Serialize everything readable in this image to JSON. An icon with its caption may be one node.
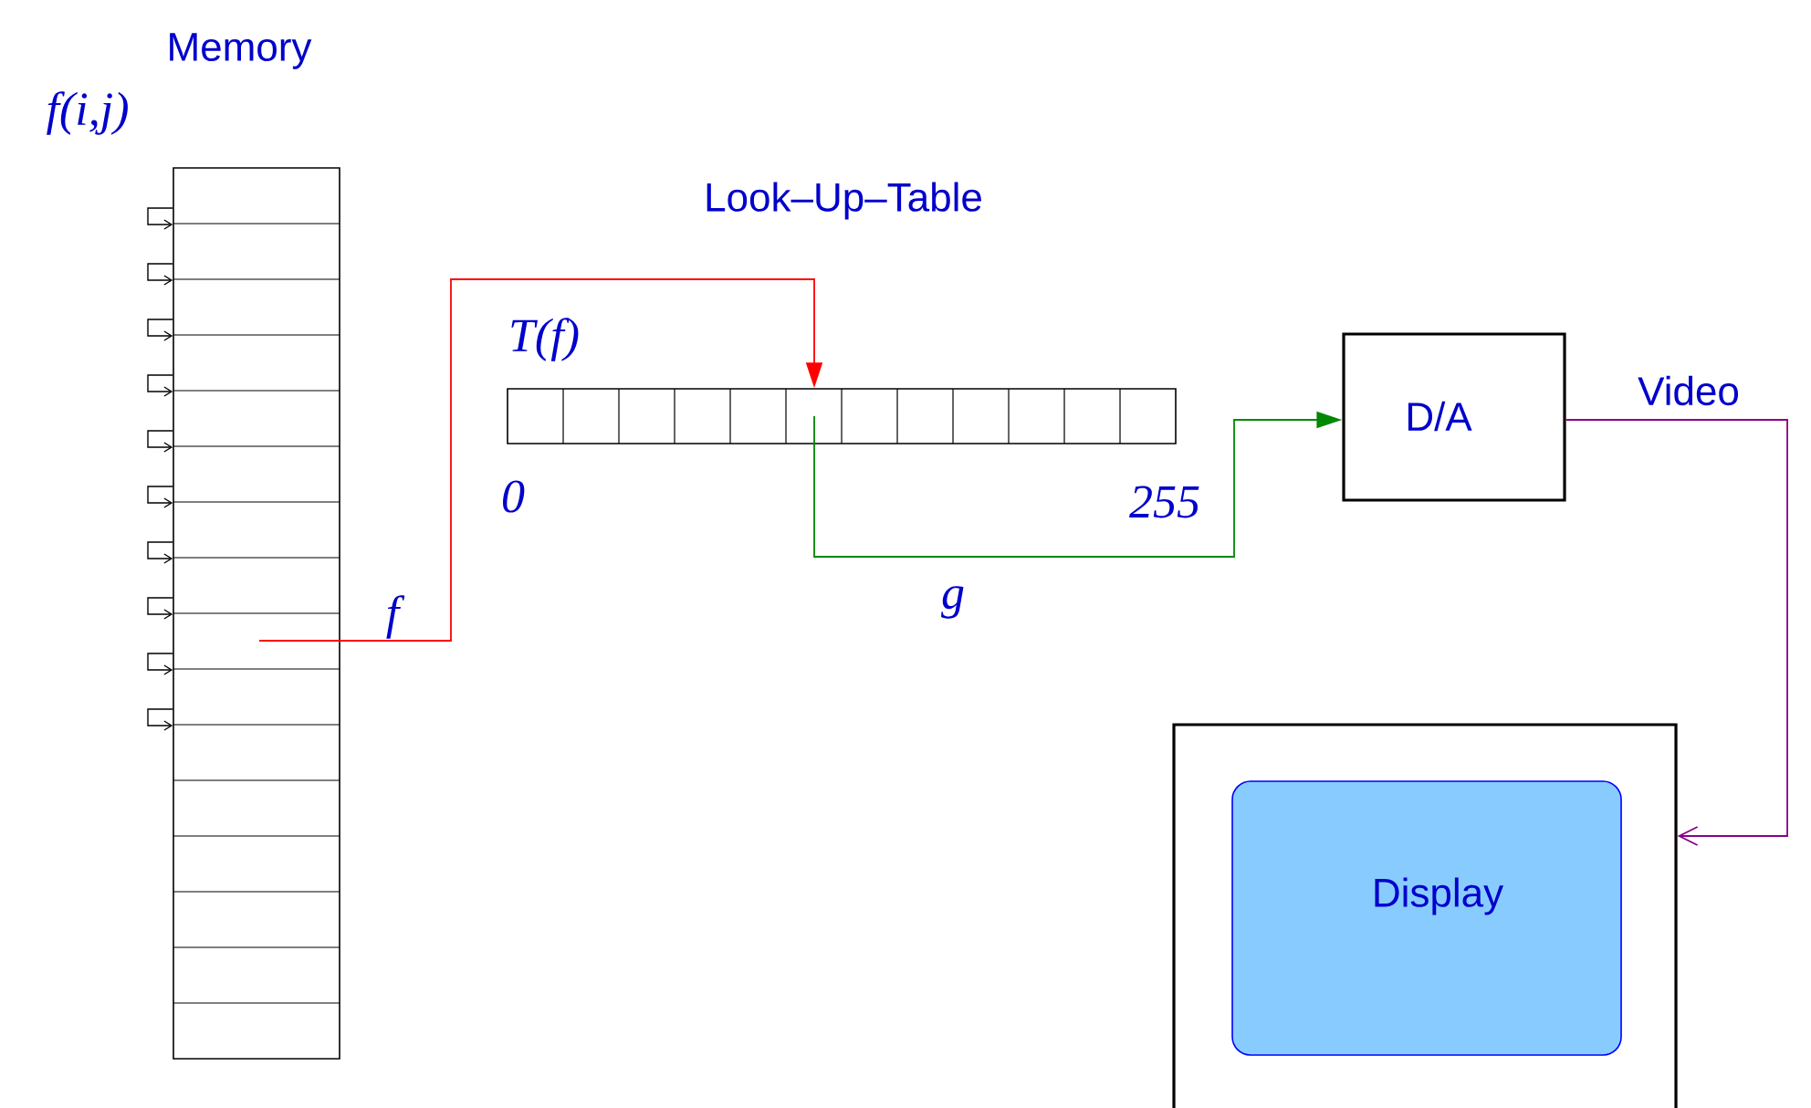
{
  "diagram": {
    "nodes": [
      {
        "text": [
          "Memory"
        ]
      },
      {
        "text": [
          "Look–Up–Table"
        ],
        "beside": [
          "T(f)"
        ]
      },
      {
        "text": [
          "D/A"
        ]
      },
      {
        "text": [],
        "shape": "box"
      },
      {
        "text": [
          "Display"
        ],
        "in": 3
      }
    ],
    "edges": [
      {
        "from": 0,
        "to": 1,
        "arrow": "to",
        "label": "f",
        "color": "#ff0000"
      },
      {
        "from": 1,
        "to": 2,
        "arrow": "to",
        "label": "g",
        "color": "#008800"
      },
      {
        "from": 2,
        "to": 3,
        "arrow": "to",
        "label": "Video",
        "color": "#880088"
      },
      {
        "from": 0,
        "to": 0,
        "arrow": "to"
      },
      {
        "from": 0,
        "to": 0,
        "arrow": "to"
      },
      {
        "from": 0,
        "to": 0,
        "arrow": "to"
      },
      {
        "from": 0,
        "to": 0,
        "arrow": "to"
      },
      {
        "from": 0,
        "to": 0,
        "arrow": "to"
      },
      {
        "from": 0,
        "to": 0,
        "arrow": "to"
      },
      {
        "from": 0,
        "to": 0,
        "arrow": "to"
      },
      {
        "from": 0,
        "to": 0,
        "arrow": "to"
      },
      {
        "from": 0,
        "to": 0,
        "arrow": "to"
      },
      {
        "from": 0,
        "to": 0,
        "arrow": "to"
      }
    ],
    "labels": [
      "f(i,j)",
      "0",
      "255"
    ]
  }
}
